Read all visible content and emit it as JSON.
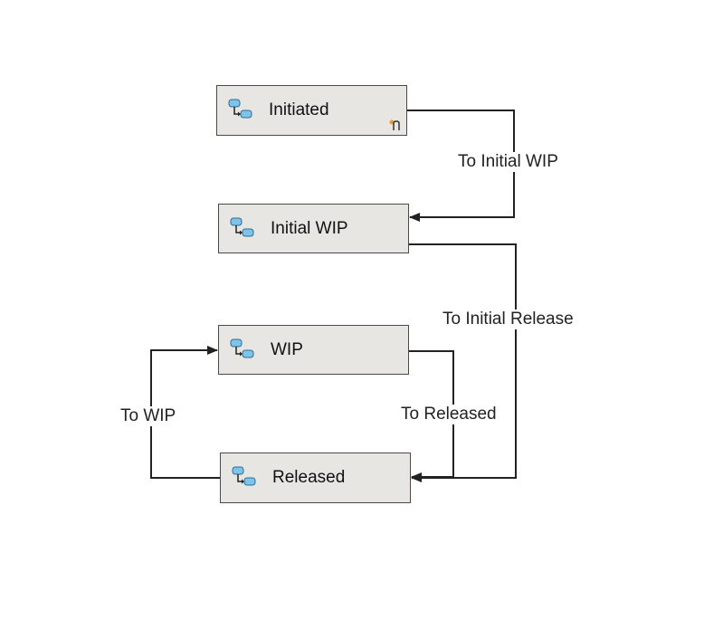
{
  "states": [
    {
      "id": "initiated",
      "label": "Initiated",
      "icon": "workflow-state-icon",
      "is_initial": true
    },
    {
      "id": "initial_wip",
      "label": "Initial WIP",
      "icon": "workflow-state-icon",
      "is_initial": false
    },
    {
      "id": "wip",
      "label": "WIP",
      "icon": "workflow-state-icon",
      "is_initial": false
    },
    {
      "id": "released",
      "label": "Released",
      "icon": "workflow-state-icon",
      "is_initial": false
    }
  ],
  "transitions": [
    {
      "from": "initiated",
      "to": "initial_wip",
      "label": "To Initial WIP"
    },
    {
      "from": "initial_wip",
      "to": "released",
      "label": "To Initial Release"
    },
    {
      "from": "wip",
      "to": "released",
      "label": "To Released"
    },
    {
      "from": "released",
      "to": "wip",
      "label": "To WIP"
    }
  ],
  "colors": {
    "box_fill": "#e8e6e3",
    "box_border": "#4a4a4a",
    "connector": "#222222",
    "icon_blue": "#7fc4e8",
    "initial_marker": "#e8a020"
  }
}
